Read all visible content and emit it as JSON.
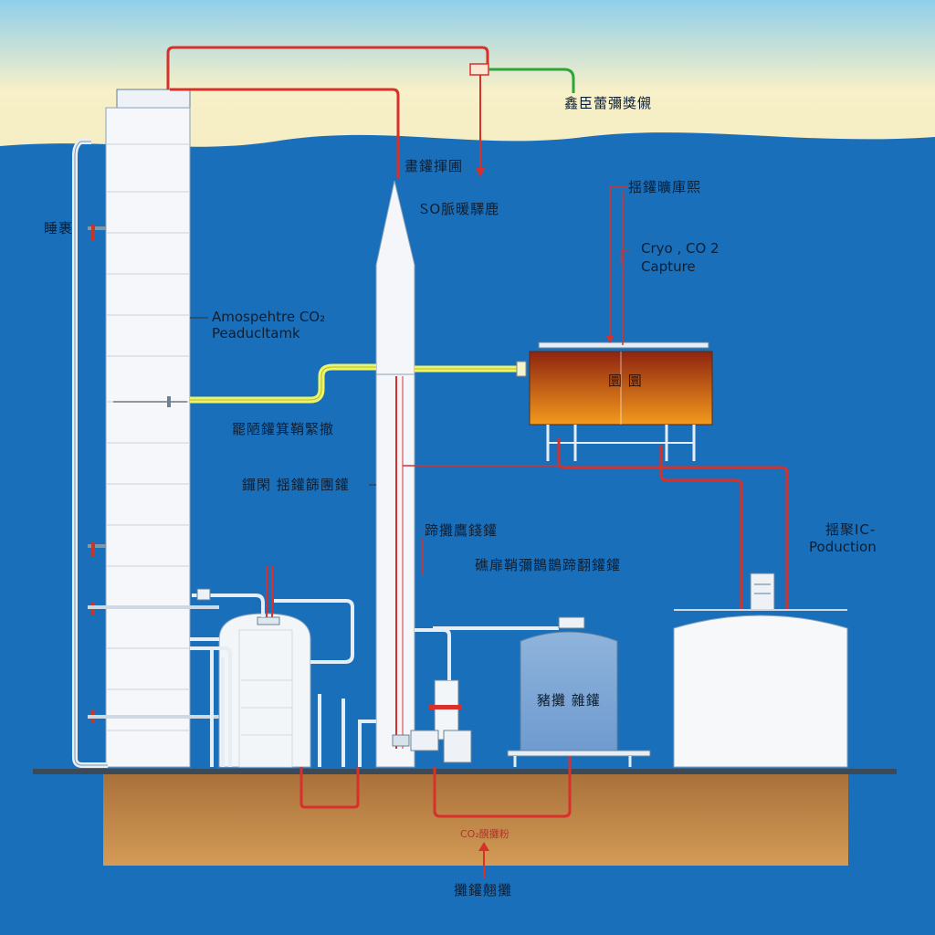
{
  "labels": {
    "top_right_green": "鑫臣蕾彌獎儭",
    "stack_top": "畫鑵揮圃",
    "stack_sub": "ᏚO脈暖驛鹿",
    "left_tower_tag": "睡裹",
    "atmos_line1": "Amospehtre CO₂",
    "atmos_line2": "Peaducltamk",
    "mid_left_1": "罷陋鑵箕鞘緊撤",
    "mid_left_2": "鑼閑  揺鑵篩團鑵",
    "right_top": "揺鑵曠庫熙",
    "cryo_line1": "Cryo , CO 2",
    "cryo_line2": "Capture",
    "box_label": "圜 圜",
    "center_right_1": "蹄攤鷹錢鑵",
    "center_right_2": "礁扉鞘彌鵲鵲蹄翻鑵鑵",
    "production_line1": "揺聚IC-",
    "production_line2": "Poduction",
    "tank_label": "豬攤 雜鑵",
    "ground_red": "CO₂醗攤粉",
    "bottom_label": "攤鑵翹攤"
  },
  "colors": {
    "sky_top": "#9fd4ec",
    "sky_bottom": "#f4ecc0",
    "water": "#1a6fbb",
    "ground": "#c98d4c",
    "pipe_red": "#d8302a",
    "pipe_green": "#2fa43a",
    "pipe_yellow": "#e3e83a",
    "box_top": "#9a2a10",
    "box_bottom": "#f0921c"
  }
}
